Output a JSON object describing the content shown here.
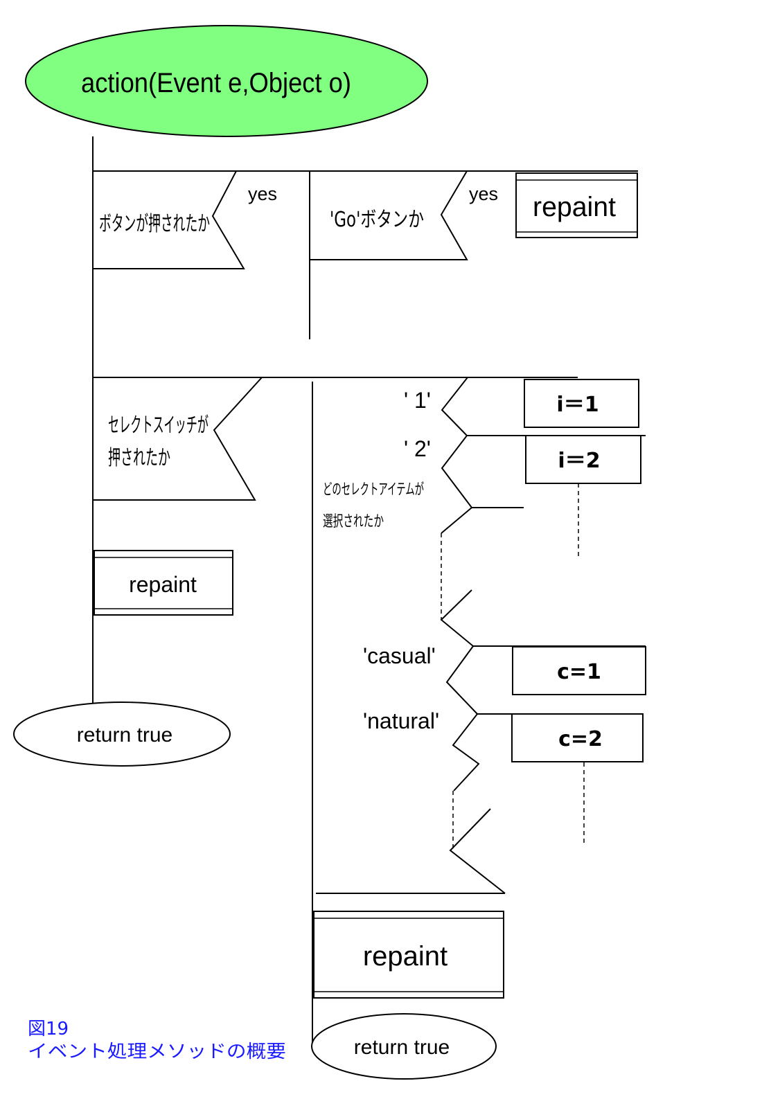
{
  "start": {
    "label": "action(Event e,Object o)",
    "fill": "#80ff80"
  },
  "cond_button": {
    "label": "ボタンが押されたか",
    "yes": "yes"
  },
  "cond_go": {
    "label": "'Go'ボタンか",
    "yes": "yes"
  },
  "box_repaint_go": "repaint",
  "cond_select": {
    "line1": "セレクトスイッチが",
    "line2": "押されたか"
  },
  "box_repaint_left": "repaint",
  "return_left": "return true",
  "select_item": {
    "line1": "どのセレクトアイテムが",
    "line2": "選択されたか"
  },
  "case_1": {
    "label": "' 1'",
    "assign": "i＝1"
  },
  "case_2": {
    "label": "' 2'",
    "assign": "i＝2"
  },
  "case_casual": {
    "label": "'casual'",
    "assign": "c=1"
  },
  "case_natural": {
    "label": "'natural'",
    "assign": "c=2"
  },
  "box_repaint_right": "repaint",
  "return_right": "return true",
  "caption": {
    "number": "図19",
    "title": "イベント処理メソッドの概要",
    "color": "#1a1aff"
  }
}
